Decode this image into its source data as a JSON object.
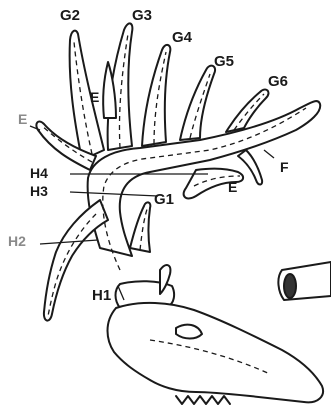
{
  "diagram": {
    "labels": {
      "g2": "G2",
      "g3": "G3",
      "g4": "G4",
      "g5": "G5",
      "g6": "G6",
      "e_inner": "E",
      "e_left": "E",
      "e_right": "E",
      "f": "F",
      "h4": "H4",
      "h3": "H3",
      "h2": "H2",
      "h1": "H1",
      "g1": "G1"
    },
    "colors": {
      "ink": "#1a1a1a",
      "faded_ink": "#8a8a8a",
      "antler_fill": "#ffffff"
    }
  }
}
